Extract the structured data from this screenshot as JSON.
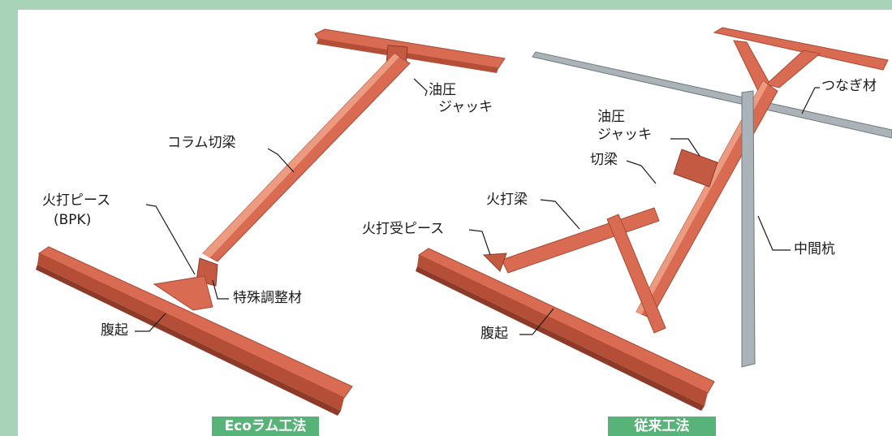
{
  "colors": {
    "page_background": "#a9d3b9",
    "steel": "#d86b52",
    "steel_dark": "#b44e37",
    "steel_light": "#ec9a80",
    "pile": "#aab3b8",
    "badge": "#57b378"
  },
  "eco": {
    "column_beam": "コラム切梁",
    "hiuchi_piece_line1": "火打ピース",
    "hiuchi_piece_line2": "(BPK)",
    "jack_line1": "油圧",
    "jack_line2": "ジャッキ",
    "special_adjuster": "特殊調整材",
    "waler": "腹起",
    "badge": "Ecoラム工法"
  },
  "conventional": {
    "jack_line1": "油圧",
    "jack_line2": "ジャッキ",
    "tie_member": "つなぎ材",
    "strut": "切梁",
    "hiuchi_beam": "火打梁",
    "hiuchi_receiver": "火打受ピース",
    "intermediate_pile": "中間杭",
    "waler": "腹起",
    "badge": "従来工法"
  }
}
